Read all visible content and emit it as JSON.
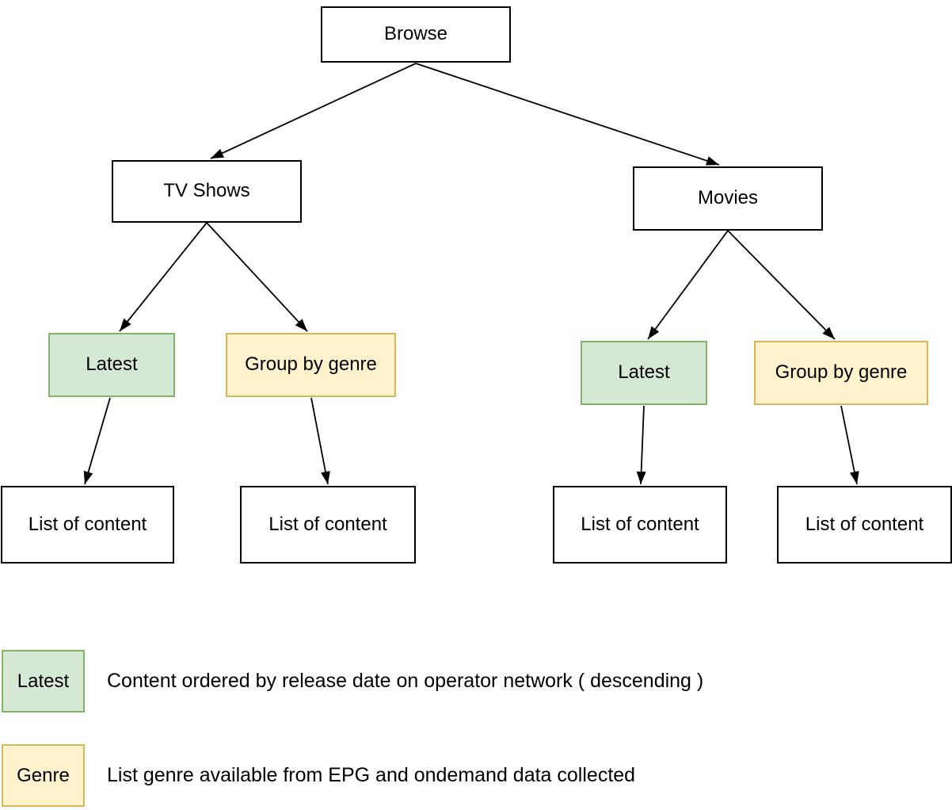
{
  "diagram": {
    "root": {
      "label": "Browse"
    },
    "branches": {
      "tv_shows": {
        "label": "TV Shows",
        "latest_label": "Latest",
        "genre_label": "Group by genre",
        "latest_result": "List of content",
        "genre_result": "List of content"
      },
      "movies": {
        "label": "Movies",
        "latest_label": "Latest",
        "genre_label": "Group by genre",
        "latest_result": "List of content",
        "genre_result": "List of content"
      }
    },
    "colors": {
      "latest_fill": "#d5e8d4",
      "latest_border": "#82b366",
      "genre_fill": "#fff2cc",
      "genre_border": "#d6b656",
      "default_fill": "#ffffff",
      "default_border": "#000000",
      "connector": "#000000"
    }
  },
  "legend": {
    "items": [
      {
        "swatch_label": "Latest",
        "description": "Content ordered by release date on operator network ( descending )"
      },
      {
        "swatch_label": "Genre",
        "description": "List genre available from EPG and ondemand data collected"
      }
    ]
  }
}
